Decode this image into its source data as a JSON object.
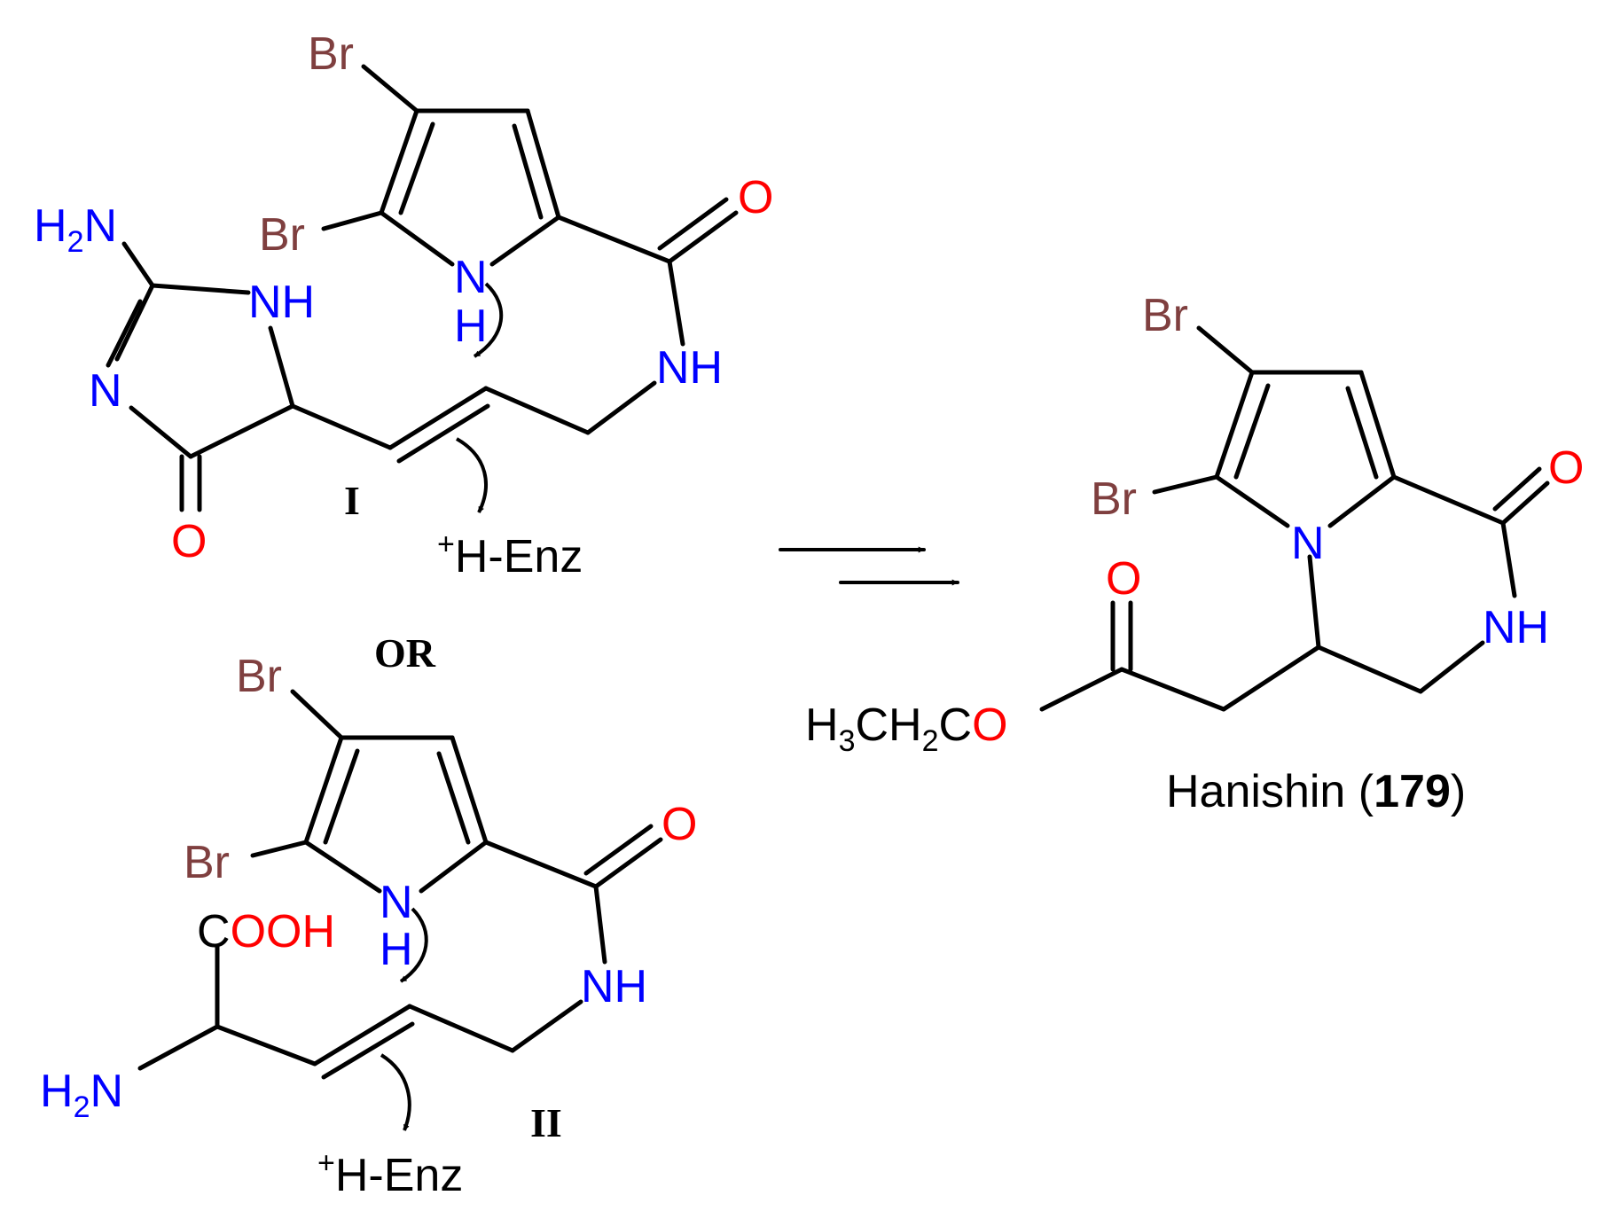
{
  "colors": {
    "bromine": "#7f3f3f",
    "nitrogen": "#0000ff",
    "oxygen": "#ff0000",
    "bond": "#000000"
  },
  "labels": {
    "br": "Br",
    "n": "N",
    "h": "H",
    "nh": "NH",
    "o": "O",
    "h2n_h": "H",
    "h2n_sub": "2",
    "h2n_n": "N",
    "enz_plus": "+",
    "enz_text": "H-Enz",
    "or": "OR",
    "c": "C",
    "ooh": "OOH",
    "ester_h": "H",
    "ester_sub1": "3",
    "ester_ch": "CH",
    "ester_sub2": "2",
    "ester_c": "C",
    "ester_o": "O"
  },
  "compounds": {
    "intermediate_1": "I",
    "intermediate_2": "II",
    "product_name": "Hanishin (",
    "product_number": "179",
    "product_close": ")"
  }
}
